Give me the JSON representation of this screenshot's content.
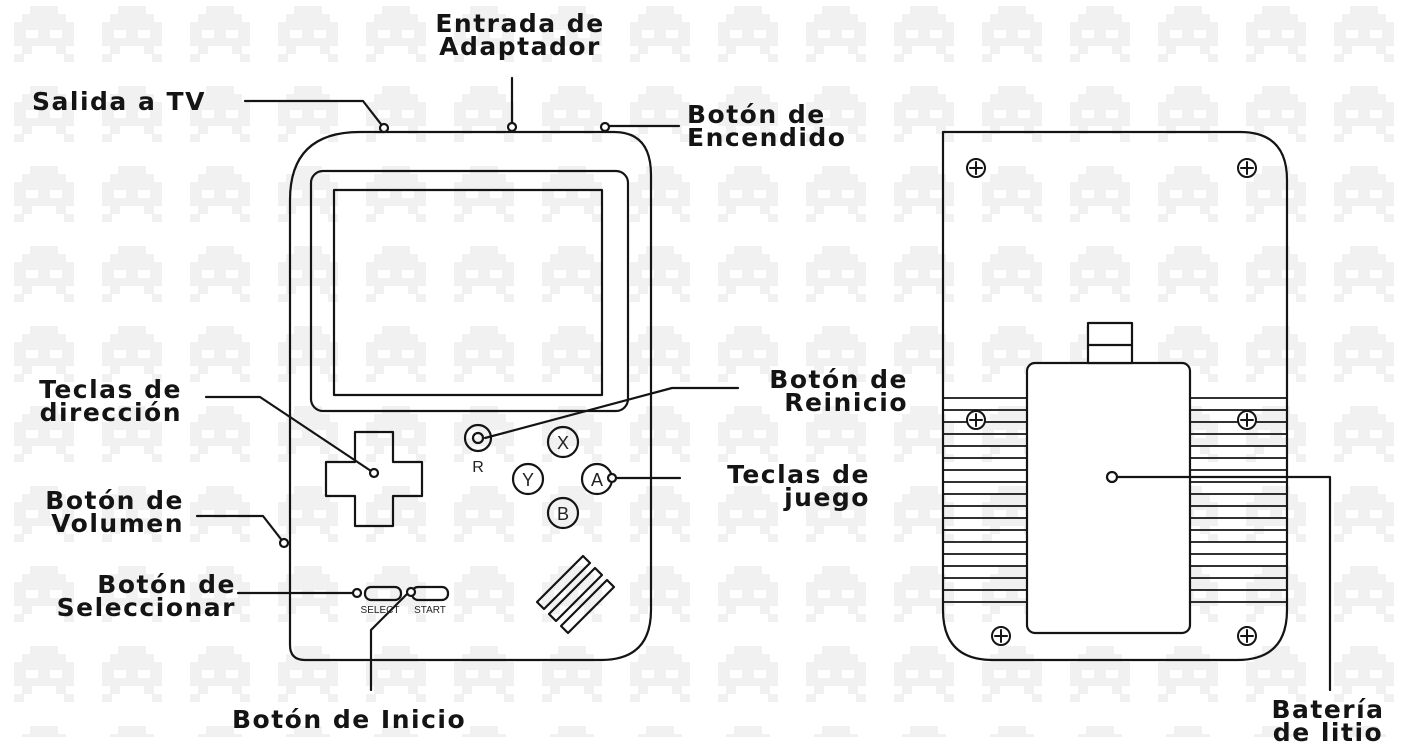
{
  "labels": {
    "salida_tv": "Salida a TV",
    "entrada_l1": "Entrada de",
    "entrada_l2": "Adaptador",
    "encendido_l1": "Botón de",
    "encendido_l2": "Encendido",
    "teclas_dir_l1": "Teclas de",
    "teclas_dir_l2": "dirección",
    "reinicio_l1": "Botón de",
    "reinicio_l2": "Reinicio",
    "volumen_l1": "Botón de",
    "volumen_l2": "Volumen",
    "juego_l1": "Teclas de",
    "juego_l2": "juego",
    "seleccionar_l1": "Botón de",
    "seleccionar_l2": "Seleccionar",
    "inicio": "Botón de Inicio",
    "bateria_l1": "Batería",
    "bateria_l2": "de litio"
  },
  "buttons": {
    "x": "X",
    "y": "Y",
    "a": "A",
    "b": "B",
    "r": "R",
    "select": "SELECT",
    "start": "START"
  },
  "colors": {
    "line": "#141414",
    "pattern": "#f1f1f1"
  }
}
